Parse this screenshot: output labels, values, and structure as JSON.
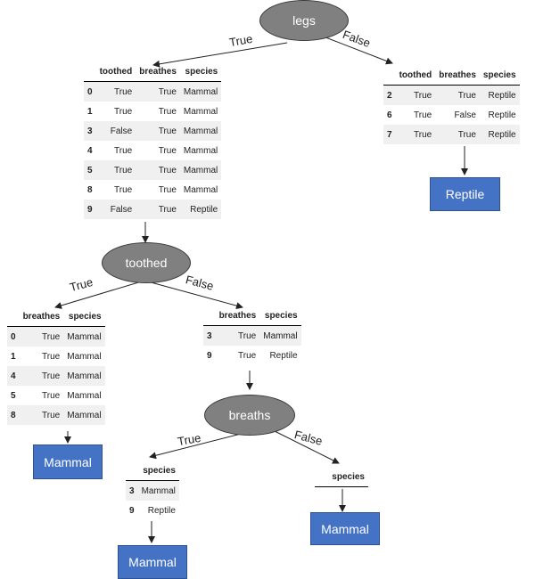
{
  "nodes": {
    "legs": "legs",
    "toothed": "toothed",
    "breaths": "breaths"
  },
  "edge_labels": {
    "true_label": "True",
    "false_label": "False"
  },
  "leaves": {
    "reptile": "Reptile",
    "mammal_1": "Mammal",
    "mammal_2": "Mammal",
    "mammal_3": "Mammal"
  },
  "tables": {
    "t1": {
      "headers": [
        "toothed",
        "breathes",
        "species"
      ],
      "rows": [
        [
          "0",
          "True",
          "True",
          "Mammal"
        ],
        [
          "1",
          "True",
          "True",
          "Mammal"
        ],
        [
          "3",
          "False",
          "True",
          "Mammal"
        ],
        [
          "4",
          "True",
          "True",
          "Mammal"
        ],
        [
          "5",
          "True",
          "True",
          "Mammal"
        ],
        [
          "8",
          "True",
          "True",
          "Mammal"
        ],
        [
          "9",
          "False",
          "True",
          "Reptile"
        ]
      ]
    },
    "t2": {
      "headers": [
        "toothed",
        "breathes",
        "species"
      ],
      "rows": [
        [
          "2",
          "True",
          "True",
          "Reptile"
        ],
        [
          "6",
          "True",
          "False",
          "Reptile"
        ],
        [
          "7",
          "True",
          "True",
          "Reptile"
        ]
      ]
    },
    "t3": {
      "headers": [
        "breathes",
        "species"
      ],
      "rows": [
        [
          "0",
          "True",
          "Mammal"
        ],
        [
          "1",
          "True",
          "Mammal"
        ],
        [
          "4",
          "True",
          "Mammal"
        ],
        [
          "5",
          "True",
          "Mammal"
        ],
        [
          "8",
          "True",
          "Mammal"
        ]
      ]
    },
    "t4": {
      "headers": [
        "breathes",
        "species"
      ],
      "rows": [
        [
          "3",
          "True",
          "Mammal"
        ],
        [
          "9",
          "True",
          "Reptile"
        ]
      ]
    },
    "t5": {
      "headers": [
        "species"
      ],
      "rows": [
        [
          "3",
          "Mammal"
        ],
        [
          "9",
          "Reptile"
        ]
      ]
    },
    "t6": {
      "headers": [
        "species"
      ],
      "rows": []
    }
  },
  "colors": {
    "node_fill": "#808080",
    "leaf_fill": "#4472c4",
    "row_stripe": "#f0f0f0"
  }
}
